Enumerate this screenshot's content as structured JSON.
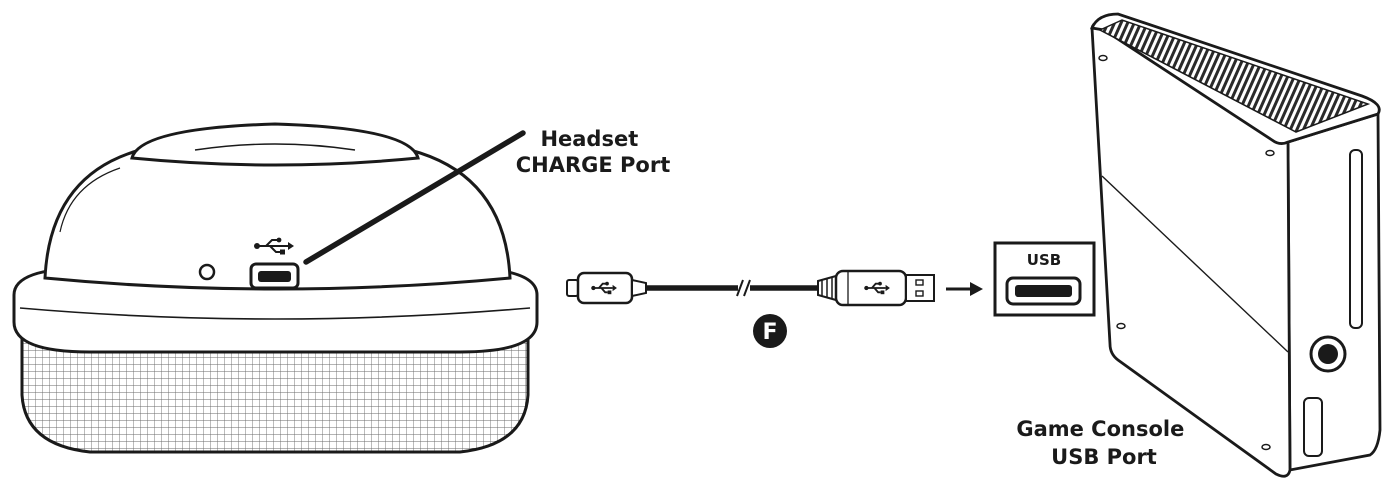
{
  "labels": {
    "headset_port": [
      "Headset",
      "CHARGE Port"
    ],
    "console_port": [
      "Game Console",
      "USB Port"
    ],
    "usb_box": "USB",
    "cable_badge": "F"
  },
  "colors": {
    "ink": "#1a1a1a",
    "background": "#ffffff"
  },
  "icons": {
    "usb_symbol": "usb-icon",
    "arrow": "right-arrow-icon"
  }
}
